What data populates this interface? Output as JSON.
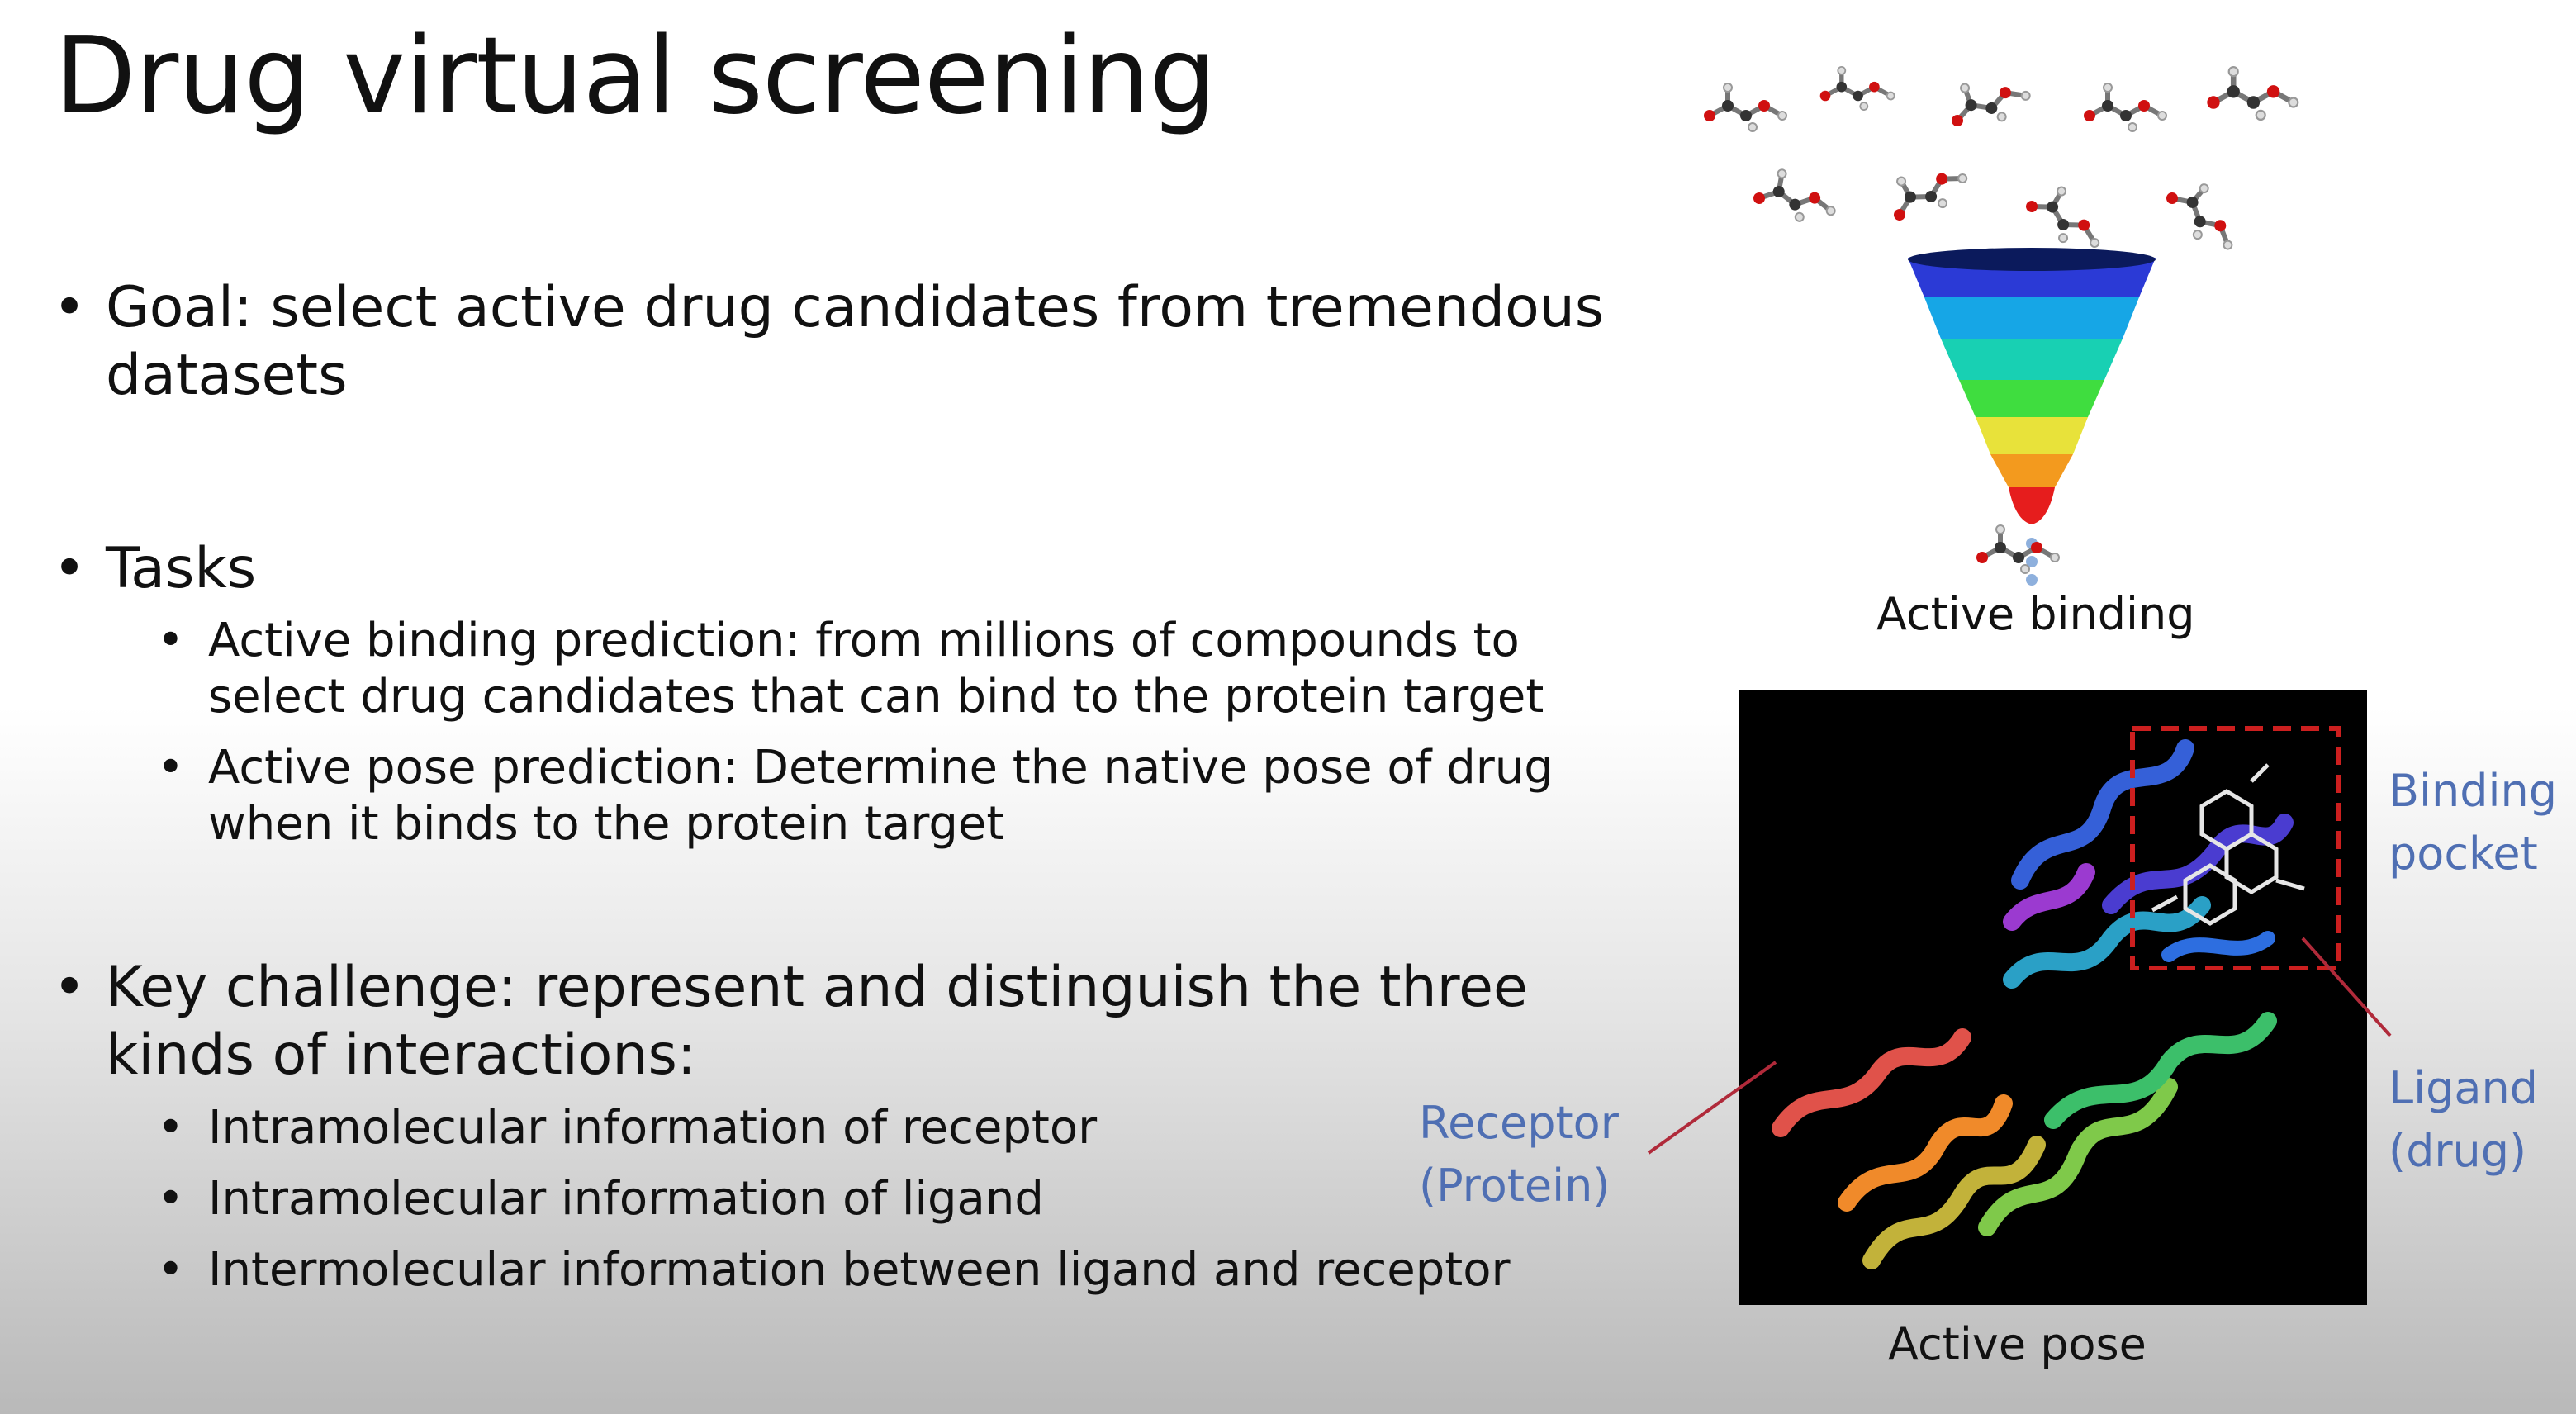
{
  "slide": {
    "title": "Drug virtual screening",
    "bullets": {
      "goal": "Goal: select active drug candidates from tremendous datasets",
      "tasks": "Tasks",
      "task_items": [
        "Active binding prediction:  from millions of compounds to select drug candidates that can bind to the protein target",
        "Active pose prediction: Determine the native pose of drug when it binds to the protein target"
      ],
      "challenge": "Key challenge: represent and distinguish the three kinds of interactions:",
      "challenge_items": [
        "Intramolecular information of receptor",
        "Intramolecular information of ligand",
        "Intermolecular information between ligand and receptor"
      ]
    }
  },
  "figure_binding": {
    "caption": "Active binding"
  },
  "figure_pose": {
    "caption": "Active pose",
    "labels": {
      "binding_pocket_line1": "Binding",
      "binding_pocket_line2": "pocket",
      "ligand_line1": "Ligand",
      "ligand_line2": "(drug)",
      "receptor_line1": "Receptor",
      "receptor_line2": "(Protein)"
    },
    "colors": {
      "label_blue": "#4f6fb3",
      "pocket_box_red": "#cc1f1f",
      "background": "#000000"
    }
  }
}
